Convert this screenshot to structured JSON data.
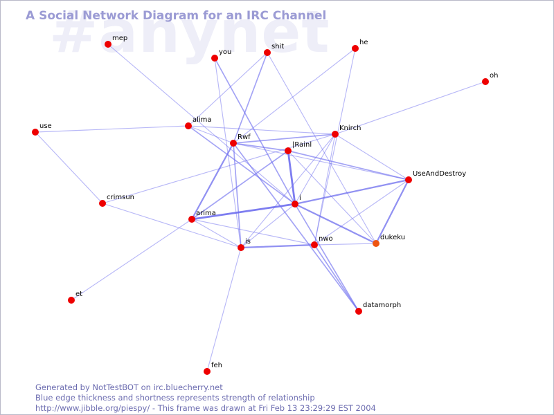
{
  "watermark": "#anynet",
  "title": "A Social Network Diagram for an IRC Channel",
  "footer": {
    "line1": "Generated by NotTestBOT on irc.bluecherry.net",
    "line2": "Blue edge thickness and shortness represents strength of relationship",
    "line3": "http://www.jibble.org/piespy/ - This frame was drawn at Fri Feb 13 23:29:29 EST 2004"
  },
  "colors": {
    "node": "#ee0000",
    "node_highlight": "#ee5511",
    "edge": "#6a6aee",
    "title": "#9b9bd4",
    "watermark": "#eeeef8",
    "footer": "#6c6cb0"
  },
  "nodes": [
    {
      "id": "mep",
      "label": "mep"
    },
    {
      "id": "you",
      "label": "you"
    },
    {
      "id": "shit",
      "label": "shit"
    },
    {
      "id": "he",
      "label": "he"
    },
    {
      "id": "oh",
      "label": "oh"
    },
    {
      "id": "use",
      "label": "use"
    },
    {
      "id": "alima",
      "label": "alima"
    },
    {
      "id": "Knirch",
      "label": "Knirch"
    },
    {
      "id": "Rwf",
      "label": "Rwf"
    },
    {
      "id": "Rainl",
      "label": "|Rainl"
    },
    {
      "id": "UseAndDestroy",
      "label": "UseAndDestroy"
    },
    {
      "id": "crimsun",
      "label": "crimsun"
    },
    {
      "id": "i",
      "label": "i"
    },
    {
      "id": "arima",
      "label": "arima"
    },
    {
      "id": "dukeku",
      "label": "dukeku",
      "highlight": true
    },
    {
      "id": "is",
      "label": "is"
    },
    {
      "id": "nwo",
      "label": "nwo"
    },
    {
      "id": "datamorph",
      "label": "datamorph"
    },
    {
      "id": "et",
      "label": "et"
    },
    {
      "id": "feh",
      "label": "feh"
    }
  ],
  "edges": [
    {
      "source": "mep",
      "target": "i",
      "weight": 1
    },
    {
      "source": "you",
      "target": "i",
      "weight": 2
    },
    {
      "source": "you",
      "target": "is",
      "weight": 1
    },
    {
      "source": "shit",
      "target": "Rwf",
      "weight": 2
    },
    {
      "source": "shit",
      "target": "alima",
      "weight": 1
    },
    {
      "source": "shit",
      "target": "dukeku",
      "weight": 1
    },
    {
      "source": "he",
      "target": "Rwf",
      "weight": 1
    },
    {
      "source": "he",
      "target": "nwo",
      "weight": 1
    },
    {
      "source": "oh",
      "target": "Knirch",
      "weight": 1
    },
    {
      "source": "use",
      "target": "alima",
      "weight": 1
    },
    {
      "source": "use",
      "target": "crimsun",
      "weight": 1
    },
    {
      "source": "alima",
      "target": "Knirch",
      "weight": 1
    },
    {
      "source": "alima",
      "target": "i",
      "weight": 2
    },
    {
      "source": "alima",
      "target": "Rwf",
      "weight": 1
    },
    {
      "source": "Rwf",
      "target": "Knirch",
      "weight": 2
    },
    {
      "source": "Rwf",
      "target": "arima",
      "weight": 3
    },
    {
      "source": "Rwf",
      "target": "is",
      "weight": 2
    },
    {
      "source": "Rwf",
      "target": "datamorph",
      "weight": 2
    },
    {
      "source": "Rwf",
      "target": "UseAndDestroy",
      "weight": 1
    },
    {
      "source": "Rwf",
      "target": "Rainl",
      "weight": 2
    },
    {
      "source": "Rainl",
      "target": "i",
      "weight": 4
    },
    {
      "source": "Rainl",
      "target": "arima",
      "weight": 2
    },
    {
      "source": "Rainl",
      "target": "UseAndDestroy",
      "weight": 2
    },
    {
      "source": "Rainl",
      "target": "dukeku",
      "weight": 1
    },
    {
      "source": "Knirch",
      "target": "UseAndDestroy",
      "weight": 1
    },
    {
      "source": "Knirch",
      "target": "i",
      "weight": 1
    },
    {
      "source": "Knirch",
      "target": "crimsun",
      "weight": 1
    },
    {
      "source": "Knirch",
      "target": "nwo",
      "weight": 1
    },
    {
      "source": "Knirch",
      "target": "is",
      "weight": 1
    },
    {
      "source": "UseAndDestroy",
      "target": "i",
      "weight": 3
    },
    {
      "source": "UseAndDestroy",
      "target": "dukeku",
      "weight": 3
    },
    {
      "source": "UseAndDestroy",
      "target": "nwo",
      "weight": 1
    },
    {
      "source": "i",
      "target": "arima",
      "weight": 4
    },
    {
      "source": "i",
      "target": "dukeku",
      "weight": 3
    },
    {
      "source": "i",
      "target": "datamorph",
      "weight": 2
    },
    {
      "source": "i",
      "target": "is",
      "weight": 1
    },
    {
      "source": "arima",
      "target": "nwo",
      "weight": 1
    },
    {
      "source": "arima",
      "target": "is",
      "weight": 1
    },
    {
      "source": "arima",
      "target": "et",
      "weight": 1
    },
    {
      "source": "crimsun",
      "target": "is",
      "weight": 1
    },
    {
      "source": "is",
      "target": "nwo",
      "weight": 3
    },
    {
      "source": "is",
      "target": "feh",
      "weight": 1
    },
    {
      "source": "nwo",
      "target": "datamorph",
      "weight": 2
    },
    {
      "source": "nwo",
      "target": "dukeku",
      "weight": 1
    }
  ]
}
